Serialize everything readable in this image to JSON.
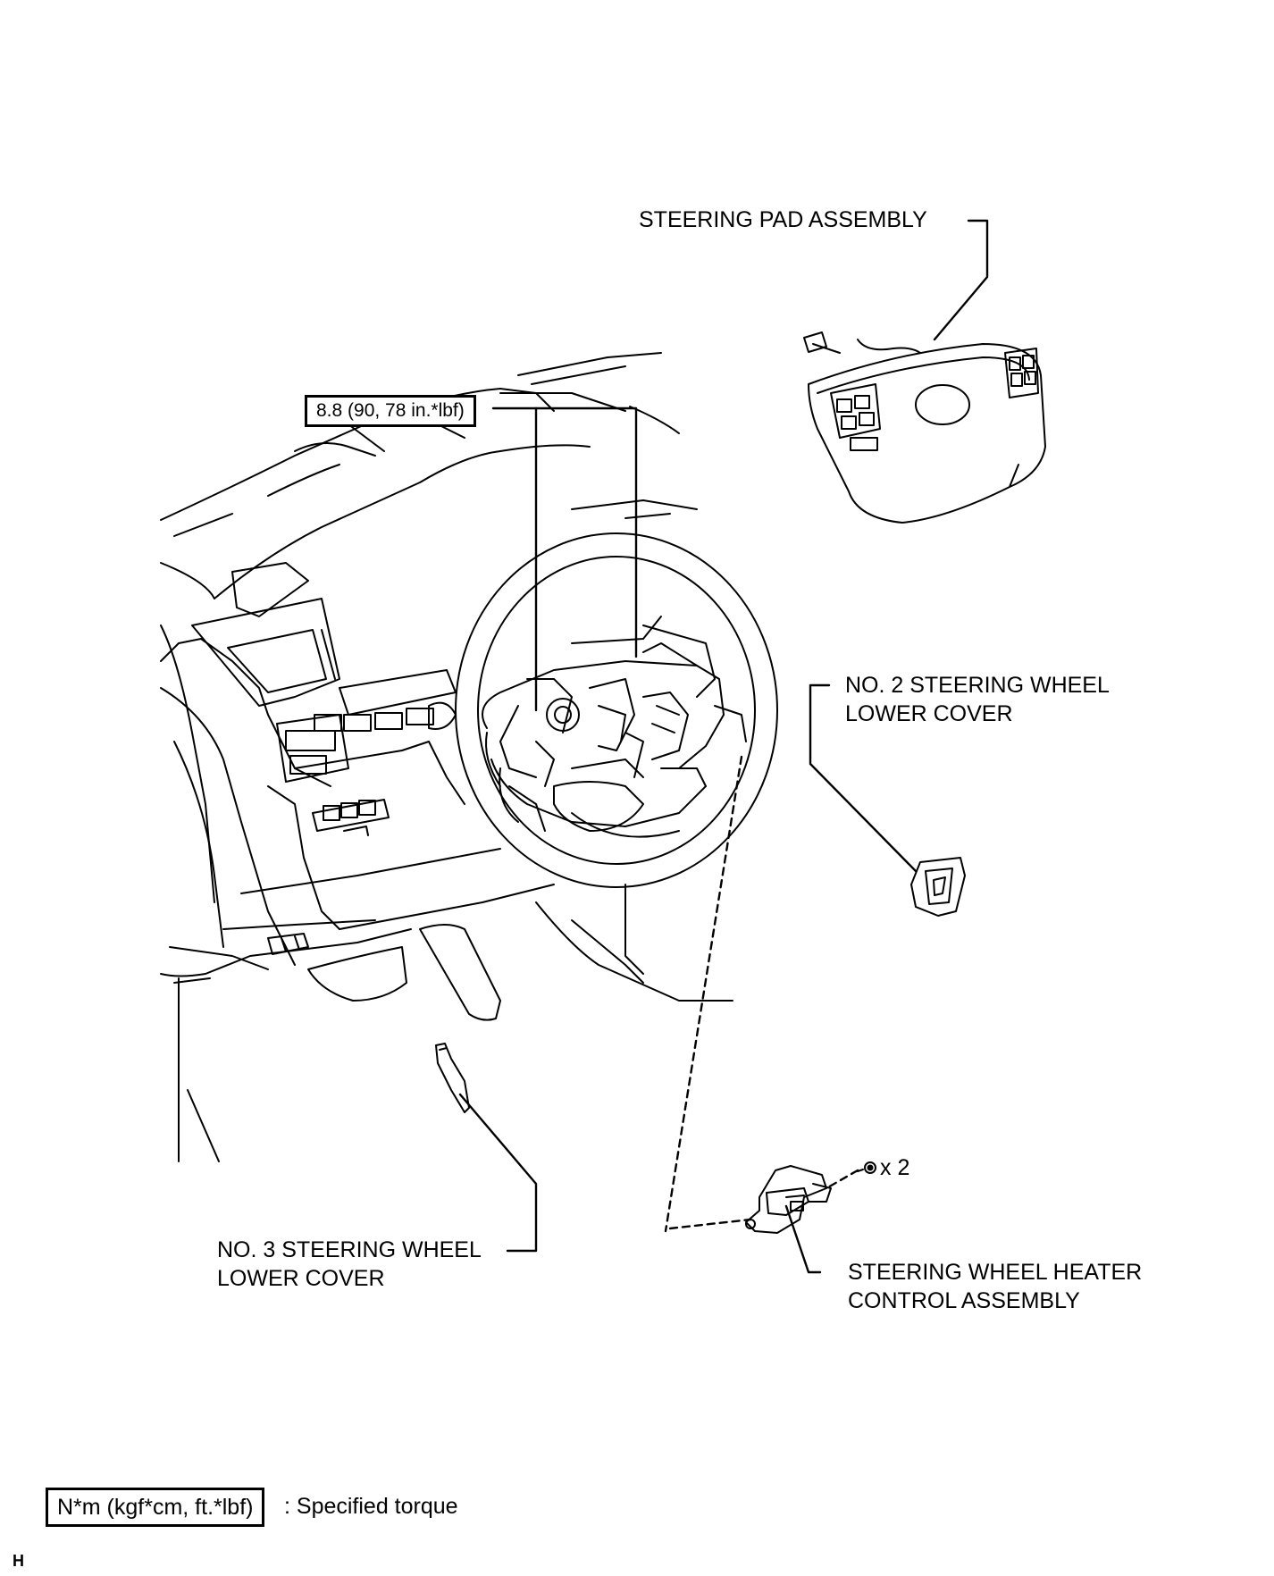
{
  "labels": {
    "steering_pad": "STEERING PAD ASSEMBLY",
    "torque_value": "8.8 (90, 78 in.*lbf)",
    "no2_cover_line1": "NO. 2 STEERING WHEEL",
    "no2_cover_line2": "LOWER COVER",
    "no3_cover_line1": "NO. 3 STEERING WHEEL",
    "no3_cover_line2": "LOWER COVER",
    "heater_line1": "STEERING WHEEL HEATER",
    "heater_line2": "CONTROL ASSEMBLY",
    "screw_qty": "x 2"
  },
  "legend": {
    "unit_box": "N*m (kgf*cm, ft.*lbf)",
    "description": ": Specified torque"
  },
  "corner_mark": "H"
}
